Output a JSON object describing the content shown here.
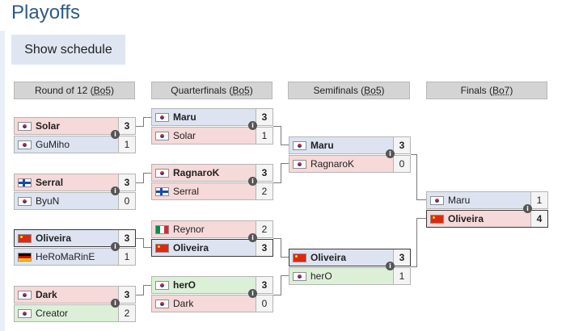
{
  "title": "Playoffs",
  "schedule_button": "Show schedule",
  "rounds": [
    {
      "name": "Round of 12 (",
      "format": "Bo5",
      "close": ")"
    },
    {
      "name": "Quarterfinals (",
      "format": "Bo5",
      "close": ")"
    },
    {
      "name": "Semifinals (",
      "format": "Bo5",
      "close": ")"
    },
    {
      "name": "Finals (",
      "format": "Bo7",
      "close": ")"
    }
  ],
  "matches": {
    "r12_1": [
      {
        "player": "Solar",
        "flag": "kr",
        "score": "3"
      },
      {
        "player": "GuMiho",
        "flag": "kr",
        "score": "1"
      }
    ],
    "r12_2": [
      {
        "player": "Serral",
        "flag": "fi",
        "score": "3"
      },
      {
        "player": "ByuN",
        "flag": "kr",
        "score": "0"
      }
    ],
    "r12_3": [
      {
        "player": "Oliveira",
        "flag": "cn",
        "score": "3"
      },
      {
        "player": "HeRoMaRinE",
        "flag": "de",
        "score": "1"
      }
    ],
    "r12_4": [
      {
        "player": "Dark",
        "flag": "kr",
        "score": "3"
      },
      {
        "player": "Creator",
        "flag": "kr",
        "score": "2"
      }
    ],
    "qf_1": [
      {
        "player": "Maru",
        "flag": "kr",
        "score": "3"
      },
      {
        "player": "Solar",
        "flag": "kr",
        "score": "1"
      }
    ],
    "qf_2": [
      {
        "player": "RagnaroK",
        "flag": "kr",
        "score": "3"
      },
      {
        "player": "Serral",
        "flag": "fi",
        "score": "2"
      }
    ],
    "qf_3": [
      {
        "player": "Reynor",
        "flag": "it",
        "score": "2"
      },
      {
        "player": "Oliveira",
        "flag": "cn",
        "score": "3"
      }
    ],
    "qf_4": [
      {
        "player": "herO",
        "flag": "kr",
        "score": "3"
      },
      {
        "player": "Dark",
        "flag": "kr",
        "score": "0"
      }
    ],
    "sf_1": [
      {
        "player": "Maru",
        "flag": "kr",
        "score": "3"
      },
      {
        "player": "RagnaroK",
        "flag": "kr",
        "score": "0"
      }
    ],
    "sf_2": [
      {
        "player": "Oliveira",
        "flag": "cn",
        "score": "3"
      },
      {
        "player": "herO",
        "flag": "kr",
        "score": "1"
      }
    ],
    "final": [
      {
        "player": "Maru",
        "flag": "kr",
        "score": "1"
      },
      {
        "player": "Oliveira",
        "flag": "cn",
        "score": "4"
      }
    ]
  },
  "info_icon": "i",
  "colors": {
    "protoss": "#f6d9d9",
    "terran": "#dde3f0",
    "zerg": "#dcf0d8",
    "title": "#2e5b86"
  }
}
